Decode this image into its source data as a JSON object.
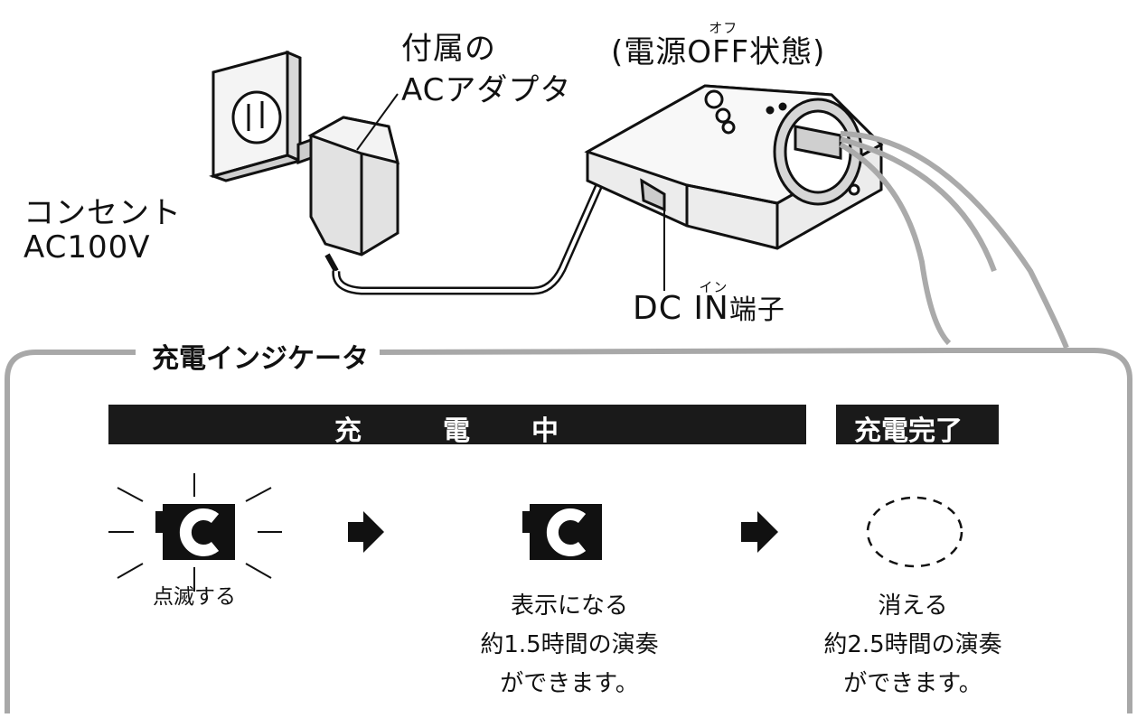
{
  "labels": {
    "adapter_line1": "付属の",
    "adapter_line2": "ACアダプタ",
    "power_state_prefix": "(電源",
    "power_state_off": "OFF",
    "power_state_suffix": "状態)",
    "power_state_ruby": "オフ",
    "outlet_line1": "コンセント",
    "outlet_line2": "AC100V",
    "dc_in_prefix": "DC ",
    "dc_in_in": "IN",
    "dc_in_suffix": "端子",
    "dc_in_ruby": "イン"
  },
  "indicator": {
    "title": "充電インジケータ",
    "charging_bar": [
      "充",
      "電",
      "中"
    ],
    "complete_bar": "充電完了",
    "icon_letter": "C",
    "states": [
      {
        "caption": "点滅する"
      },
      {
        "caption": "表示になる\n約1.5時間の演奏\nができます。"
      },
      {
        "caption": "消える\n約2.5時間の演奏\nができます。"
      }
    ]
  }
}
